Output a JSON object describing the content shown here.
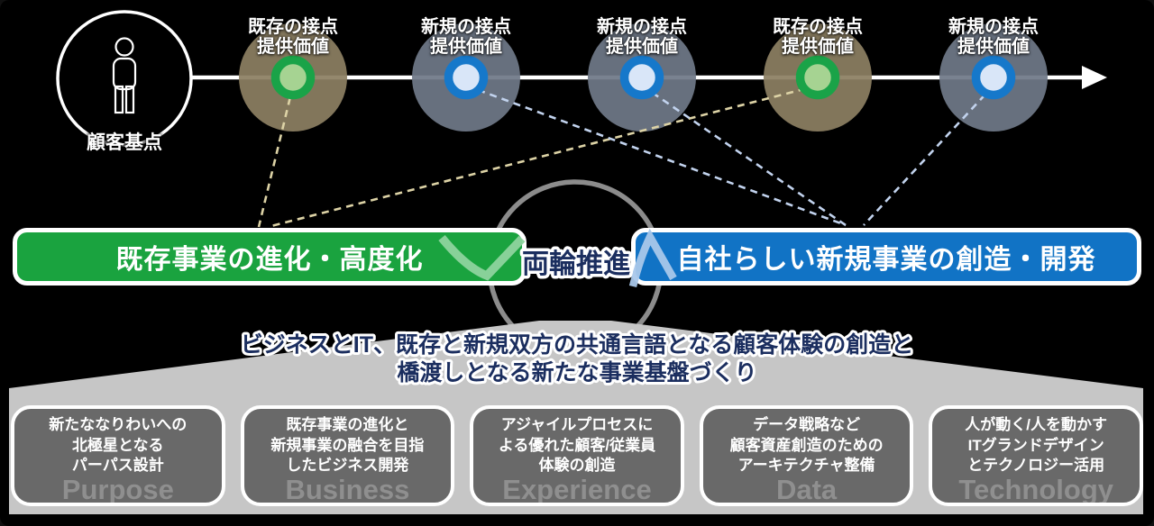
{
  "timeline": {
    "customer_label": "顧客基点",
    "nodes": [
      {
        "line1": "既存の接点",
        "line2": "提供価値",
        "type": "existing"
      },
      {
        "line1": "新規の接点",
        "line2": "提供価値",
        "type": "new"
      },
      {
        "line1": "新規の接点",
        "line2": "提供価値",
        "type": "new"
      },
      {
        "line1": "既存の接点",
        "line2": "提供価値",
        "type": "existing"
      },
      {
        "line1": "新規の接点",
        "line2": "提供価値",
        "type": "new"
      }
    ]
  },
  "banners": {
    "existing": "既存事業の進化・高度化",
    "cycle_label": "両輪推進",
    "new": "自社らしい新規事業の創造・開発"
  },
  "foundation": {
    "headline_line1": "ビジネスとIT、既存と新規双方の共通言語となる顧客体験の創造と",
    "headline_line2": "橋渡しとなる新たな事業基盤づくり",
    "pillars": [
      {
        "en": "Purpose",
        "lines": [
          "新たななりわいへの",
          "北極星となる",
          "パーパス設計"
        ]
      },
      {
        "en": "Business",
        "lines": [
          "既存事業の進化と",
          "新規事業の融合を目指",
          "したビジネス開発"
        ]
      },
      {
        "en": "Experience",
        "lines": [
          "アジャイルプロセスに",
          "よる優れた顧客/従業員",
          "体験の創造"
        ]
      },
      {
        "en": "Data",
        "lines": [
          "データ戦略など",
          "顧客資産創造のための",
          "アーキテクチャ整備"
        ]
      },
      {
        "en": "Technology",
        "lines": [
          "人が動く/人を動かす",
          "ITグランドデザイン",
          "とテクノロジー活用"
        ]
      }
    ]
  },
  "colors": {
    "existing_green": "#1aa33f",
    "existing_ring": "#1aa348",
    "existing_ring_fill": "#a6d392",
    "existing_halo": "#8c7f62",
    "existing_dash": "#ddd3a6",
    "new_blue": "#1173c5",
    "new_ring": "#1678ca",
    "new_ring_fill": "#d9e6f8",
    "new_halo": "#6f7888",
    "new_dash": "#c2d3ee",
    "navy_text": "#1b2e5f",
    "cycle_ring_gray": "#8c8c8c",
    "platform_gray": "#c6c6c6",
    "pillar_gray": "#696969",
    "pillar_en_gray": "#8f8f8f"
  }
}
